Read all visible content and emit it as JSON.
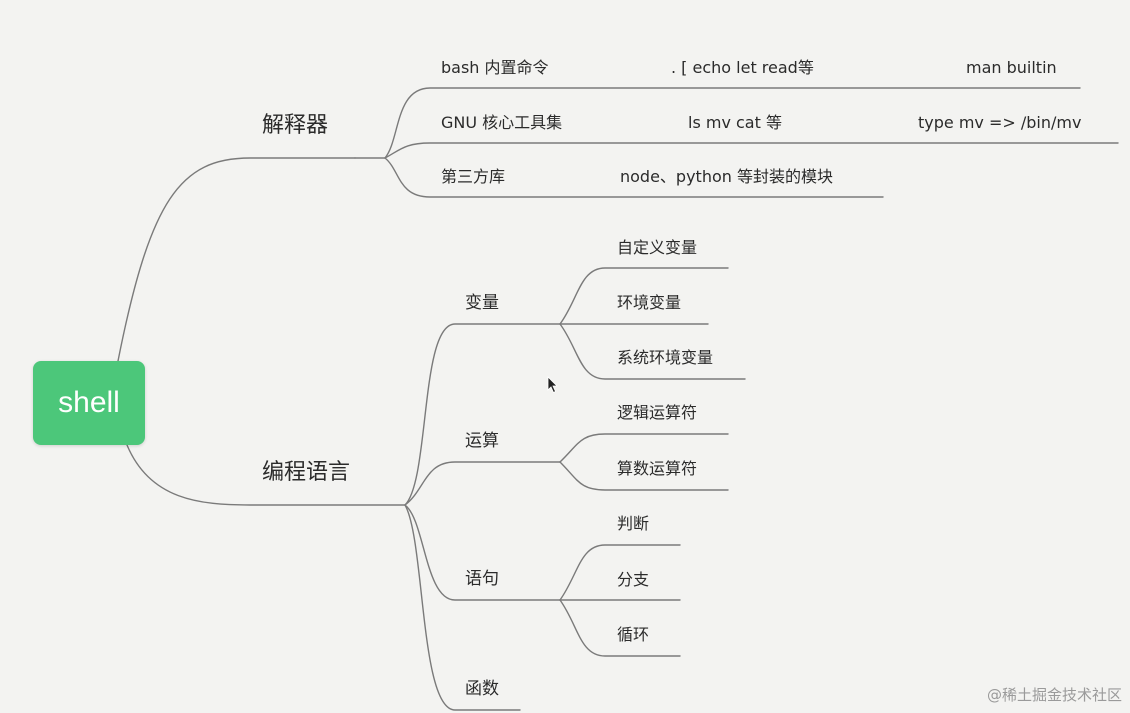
{
  "root": {
    "label": "shell",
    "color": "#4cc77a"
  },
  "branches": [
    {
      "label": "解释器",
      "items": [
        {
          "cols": [
            "bash 内置命令",
            ".  [  echo  let  read等",
            "man builtin"
          ]
        },
        {
          "cols": [
            "GNU 核心工具集",
            "ls   mv  cat 等",
            "type mv =>  /bin/mv"
          ]
        },
        {
          "cols": [
            "第三方库",
            "node、python 等封装的模块"
          ]
        }
      ]
    },
    {
      "label": "编程语言",
      "children": [
        {
          "label": "变量",
          "leaves": [
            "自定义变量",
            "环境变量",
            "系统环境变量"
          ]
        },
        {
          "label": "运算",
          "leaves": [
            "逻辑运算符",
            "算数运算符"
          ]
        },
        {
          "label": "语句",
          "leaves": [
            "判断",
            "分支",
            "循环"
          ]
        },
        {
          "label": "函数",
          "leaves": []
        }
      ]
    }
  ],
  "watermark": "@稀土掘金技术社区",
  "line_color": "#7a7a7a"
}
